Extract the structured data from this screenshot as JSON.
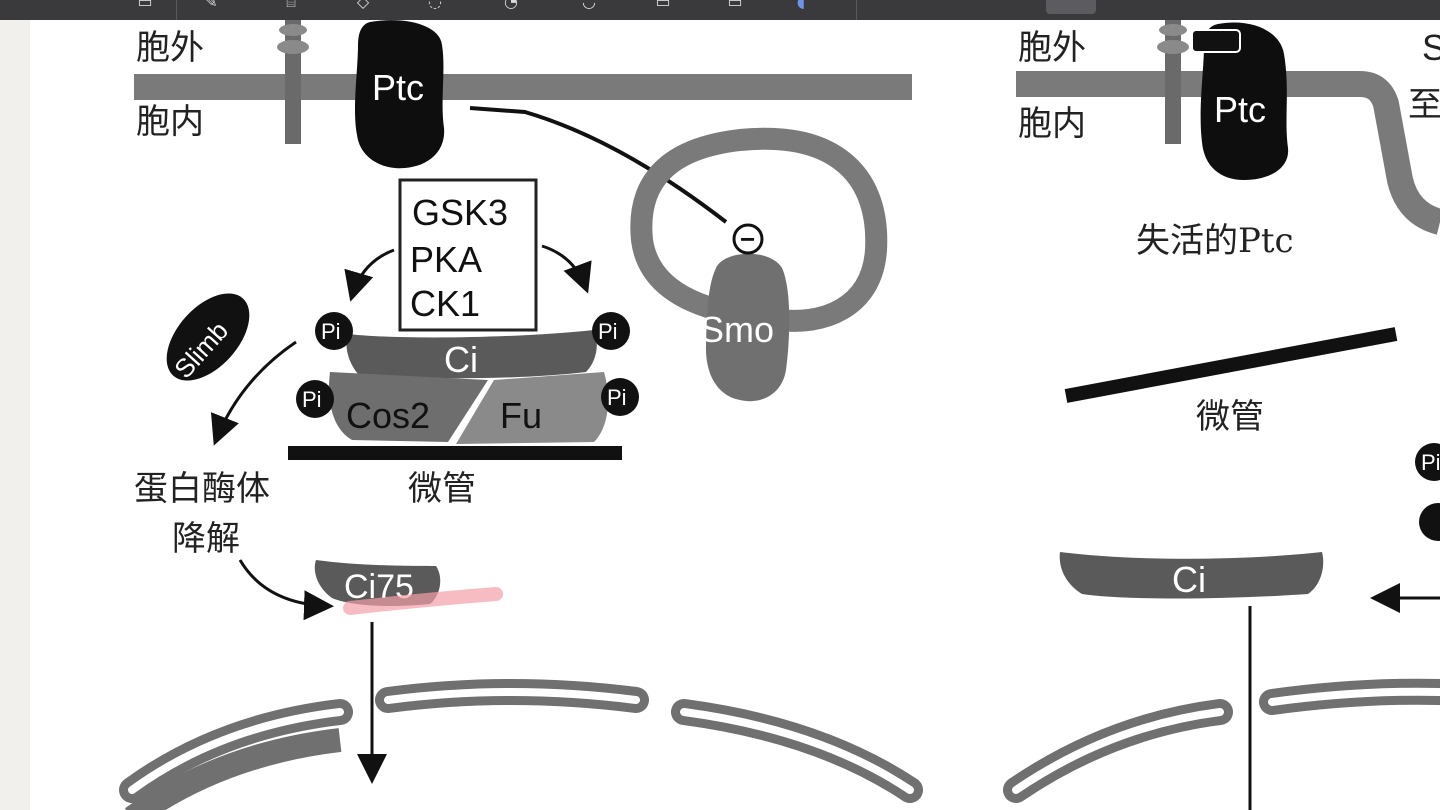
{
  "toolbar": {
    "icons": [
      "window-icon",
      "pen-icon",
      "highlighter-icon",
      "eraser-icon",
      "lasso-icon",
      "shapes-icon",
      "text-icon",
      "image-icon",
      "sticky-icon",
      "marker-icon"
    ],
    "active_tool": "marker"
  },
  "left_diagram": {
    "extracellular": "胞外",
    "intracellular": "胞内",
    "ptc": "Ptc",
    "kinase_lines": [
      "GSK3",
      "PKA",
      "CK1"
    ],
    "slimb": "Slimb",
    "pi": "Pi",
    "ci": "Ci",
    "cos2": "Cos2",
    "fu": "Fu",
    "microtubule": "微管",
    "smo": "Smo",
    "minus_sign": "−",
    "proteasome_line1": "蛋白酶体",
    "proteasome_line2": "降解",
    "ci75": "Ci75"
  },
  "right_diagram": {
    "extracellular": "胞外",
    "intracellular": "胞内",
    "ptc": "Ptc",
    "inactive_ptc": "失活的Ptc",
    "microtubule": "微管",
    "ci": "Ci",
    "partial_top_1": "S",
    "partial_top_2": "至",
    "pi": "Pi"
  },
  "colors": {
    "membrane": "#7a7a7a",
    "ptc": "#0e0e0e",
    "ci": "#5a5a5a",
    "cos2": "#6e6e6e",
    "fu": "#8a8a8a",
    "smo": "#707070",
    "highlight": "#f2a0a8"
  }
}
